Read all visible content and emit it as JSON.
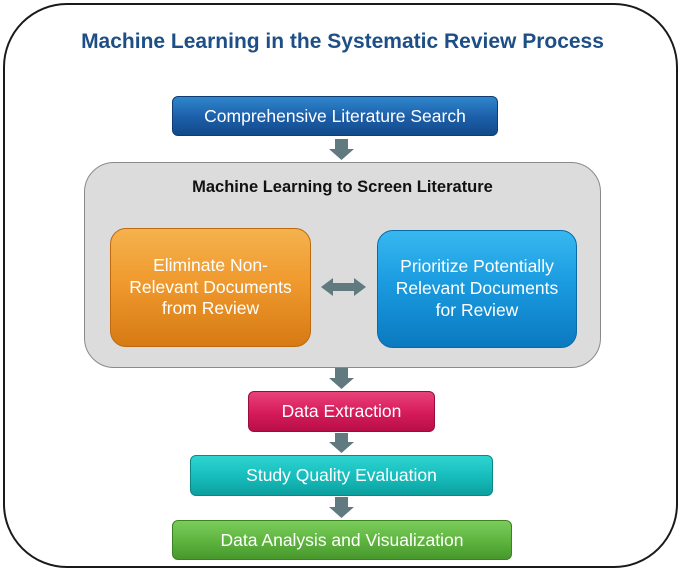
{
  "diagram": {
    "title": "Machine Learning in the Systematic Review Process",
    "steps": {
      "search": "Comprehensive Literature Search",
      "screening_title": "Machine Learning to Screen Literature",
      "eliminate": "Eliminate Non-Relevant Documents from Review",
      "prioritize": "Prioritize Potentially Relevant Documents for Review",
      "extraction": "Data Extraction",
      "quality": "Study Quality Evaluation",
      "analysis": "Data Analysis and Visualization"
    },
    "colors": {
      "title": "#1d4f86",
      "search": "#1c5ea8",
      "eliminate": "#ef9a2e",
      "prioritize": "#1a9be0",
      "extraction": "#d61a5a",
      "quality": "#16bcbb",
      "analysis": "#5db33e",
      "arrow": "#607a80",
      "panel": "#dcdcdc"
    }
  }
}
